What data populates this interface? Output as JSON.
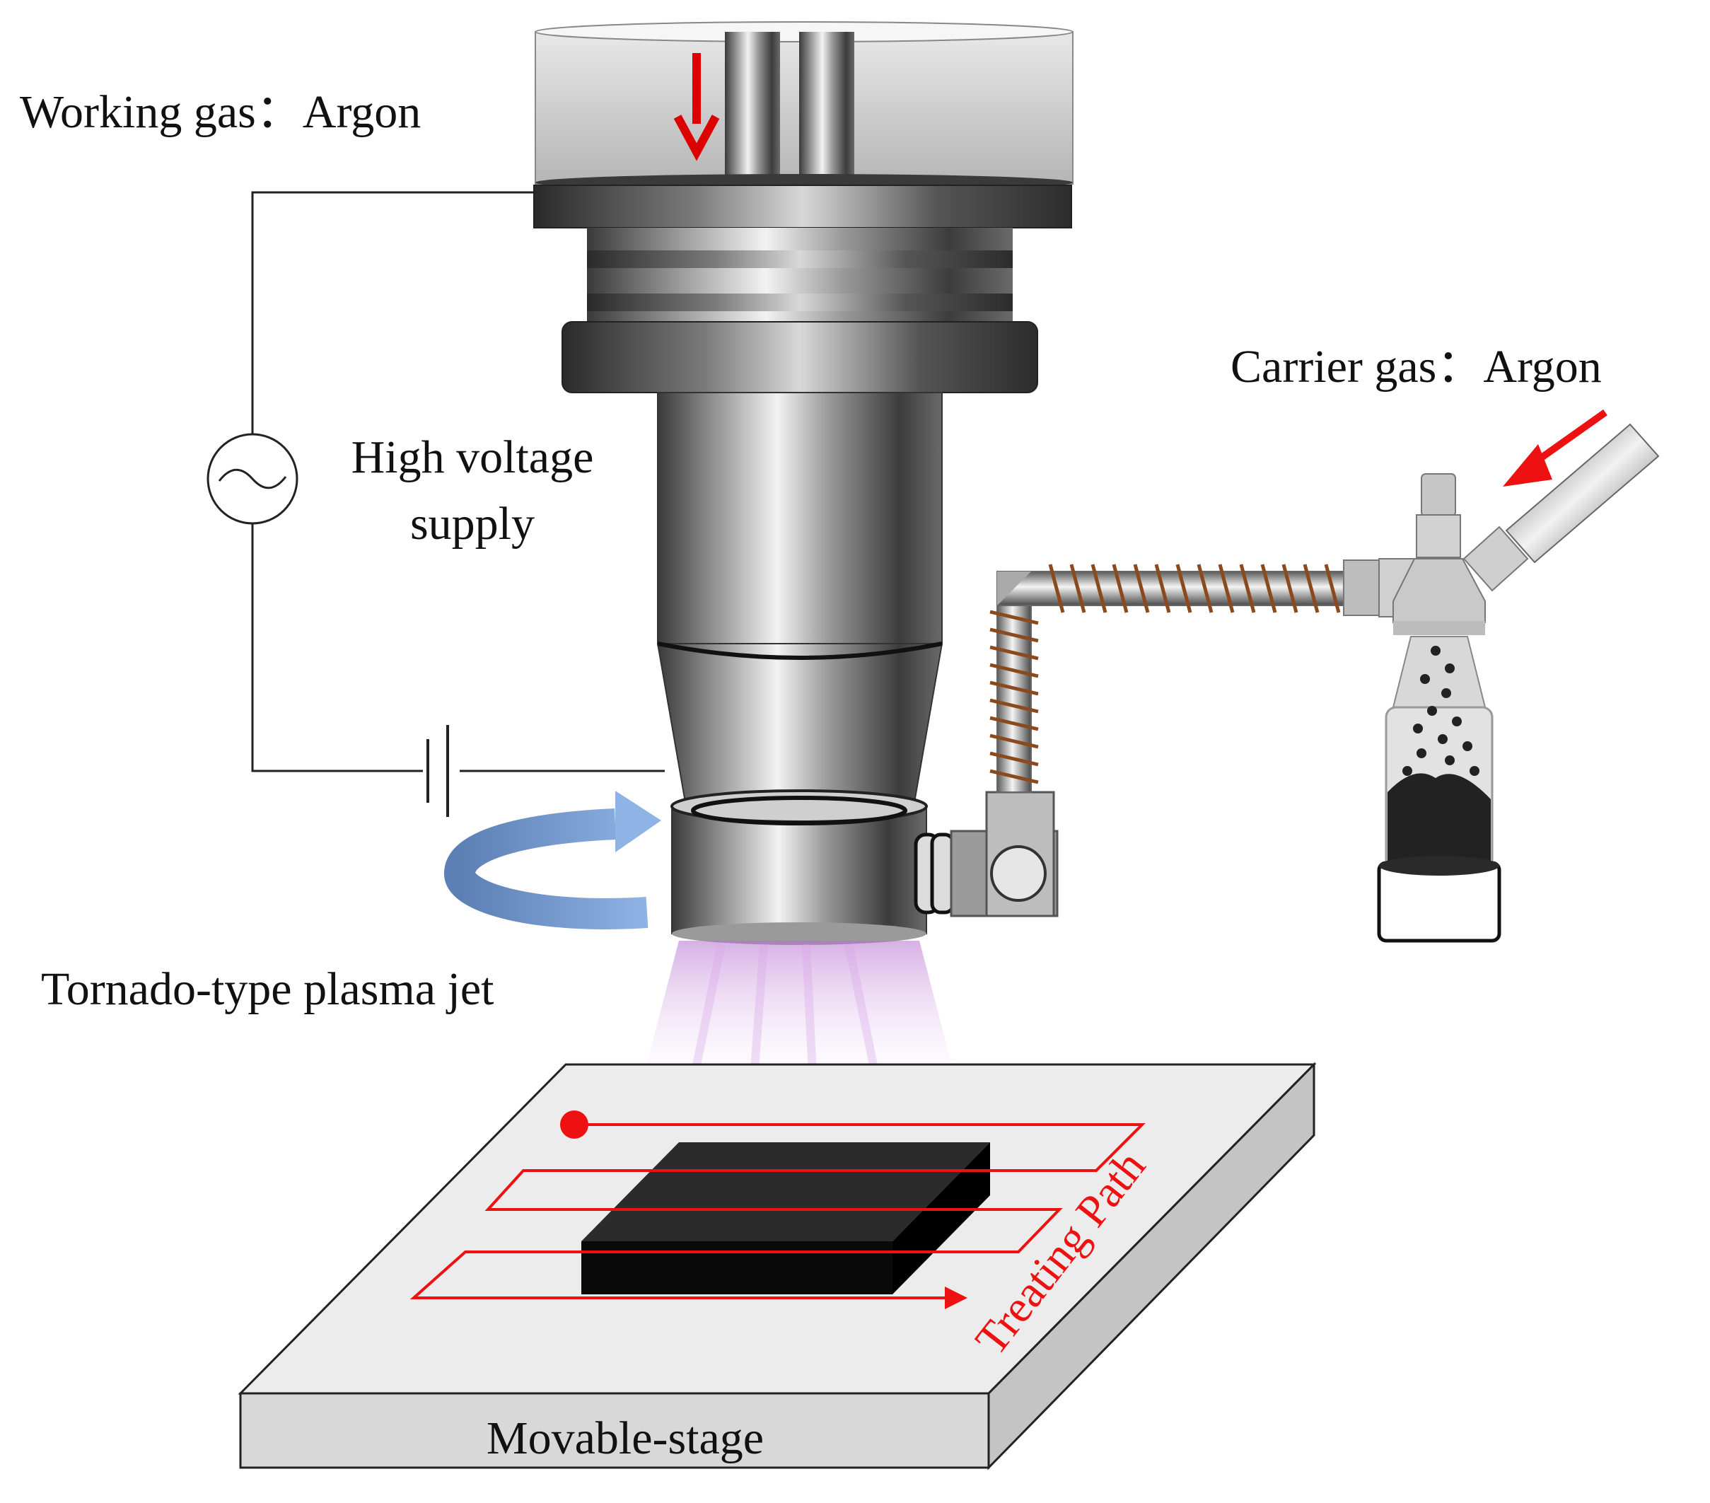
{
  "labels": {
    "working_gas": "Working gas：Argon",
    "carrier_gas": "Carrier gas：Argon",
    "hv_line1": "High voltage",
    "hv_line2": "supply",
    "plasma_jet": "Tornado-type plasma jet",
    "stage": "Movable-stage",
    "path": "Treating Path"
  },
  "icons": {
    "ac_source": "ac-voltage-source-icon",
    "ground": "ground-symbol-icon",
    "rotation": "rotation-arrow-icon",
    "gas_arrow": "gas-flow-arrow-icon"
  },
  "colors": {
    "path": "#ee1111",
    "flow_arrow": "#dd0000",
    "rotation": "#7fa6d6",
    "coil": "#8a4a1e",
    "plasma": "#c98fd8",
    "sample": "#1a1a1a",
    "stage_top": "#ebebeb",
    "stage_side": "#cfcfcf"
  }
}
